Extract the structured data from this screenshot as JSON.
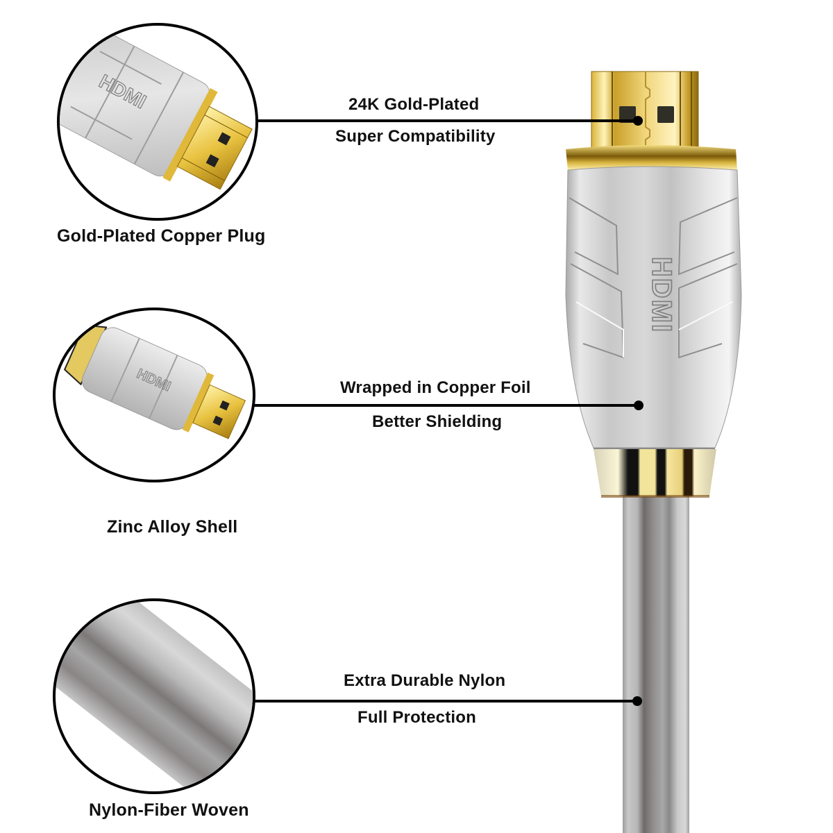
{
  "page": {
    "background": "#ffffff",
    "subject": "HDMI cable feature infographic"
  },
  "colors": {
    "gold": "#e8c64a",
    "gold_dark": "#b8901c",
    "silver": "#d4d4d4",
    "silver_dark": "#8e8e8e",
    "text": "#111111",
    "line": "#000000"
  },
  "detail_circles": [
    {
      "id": "plug",
      "label": "Gold-Plated Copper Plug",
      "logo": "HDMI"
    },
    {
      "id": "shell",
      "label": "Zinc Alloy Shell",
      "logo": "HDMI"
    },
    {
      "id": "cable",
      "label": "Nylon-Fiber Woven"
    }
  ],
  "callouts": [
    {
      "id": "tip",
      "title": "24K Gold-Plated",
      "subtitle": "Super Compatibility"
    },
    {
      "id": "housing",
      "title": "Wrapped in Copper Foil",
      "subtitle": "Better Shielding"
    },
    {
      "id": "jacket",
      "title": "Extra Durable Nylon",
      "subtitle": "Full Protection"
    }
  ],
  "main_connector": {
    "logo": "HDMI"
  }
}
